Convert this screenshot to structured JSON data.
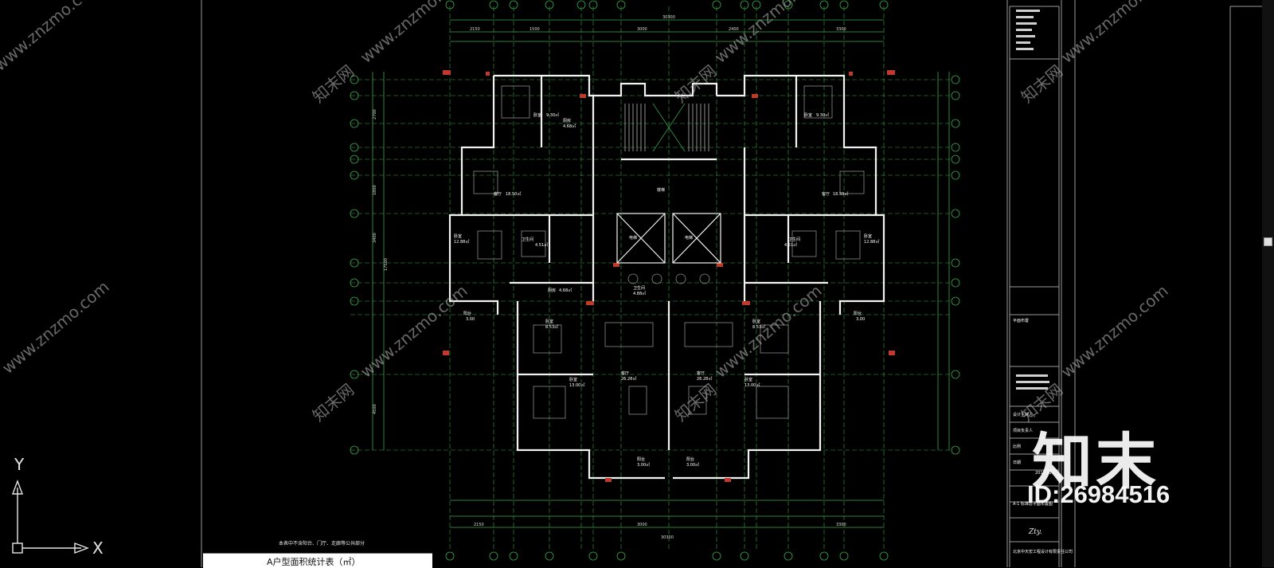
{
  "ucs": {
    "x_label": "X",
    "y_label": "Y"
  },
  "rooms": {
    "bedroom": "卧室",
    "living": "客厅",
    "kitchen": "厨房",
    "bath": "卫生间",
    "balcony": "阳台",
    "elevator": "电梯",
    "stair": "楼梯"
  },
  "room_areas": {
    "bed_tl": "9.30㎡",
    "kitchen_tl": "4.68㎡",
    "living_l": "18.50㎡",
    "bed_ml": "12.88㎡",
    "bath_l": "4.51㎡",
    "balcony_l": "3.00",
    "bed_tr": "9.30㎡",
    "living_r": "18.50㎡",
    "bed_mr": "12.88㎡",
    "bath_r": "4.51㎡",
    "balcony_r": "3.00",
    "living_bl": "26.28㎡",
    "living_br": "26.28㎡",
    "bed_bl": "13.00㎡",
    "bed_br": "13.00㎡",
    "bed_cl": "8.53㎡",
    "bed_cr": "8.53㎡",
    "balcony_bl": "3.00㎡",
    "balcony_br": "3.00㎡",
    "kitchen_c": "4.68㎡",
    "bath_c": "4.88㎡"
  },
  "dims": {
    "top_total": "30300",
    "bottom_total": "30300",
    "left_total": "17500",
    "seg1": "2150",
    "seg2": "1500",
    "seg3": "3000",
    "seg4": "2400",
    "seg5": "3300",
    "side1": "2700",
    "side2": "1800",
    "side3": "3400",
    "side4": "4500"
  },
  "notes": {
    "plan_note": "本表中不含阳台、门厅、走廊等公共部分",
    "area_table_title": "A户型面积统计表（㎡）"
  },
  "title_block": {
    "drawing_name": "平面布置",
    "designer": "设计主持人",
    "reviewer": "项目负责人",
    "scale": "比例",
    "date": "日期",
    "year": "2012.01",
    "sheet": "A-1 标准层平面布置图",
    "company_logo": "Zty.",
    "company": "北京中天宏工程设计有限责任公司"
  },
  "watermark": {
    "logo": "知末",
    "id": "ID:26984516",
    "site": "www.znzmo.com",
    "site_cn": "知末网"
  }
}
